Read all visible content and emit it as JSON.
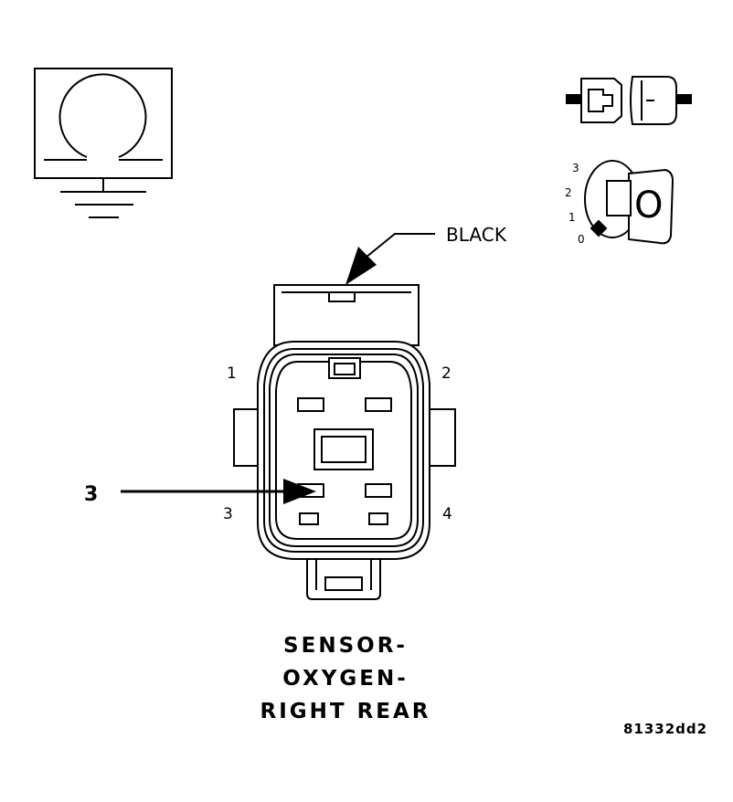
{
  "callouts": {
    "wire_color": "BLACK",
    "item_number": "3"
  },
  "pins": [
    "1",
    "2",
    "3",
    "4"
  ],
  "title_lines": [
    "SENSOR-",
    "OXYGEN-",
    "RIGHT REAR"
  ],
  "figure_code": "81332dd2",
  "ignition_positions": [
    "3",
    "2",
    "1",
    "0"
  ],
  "key_glyph": "O"
}
